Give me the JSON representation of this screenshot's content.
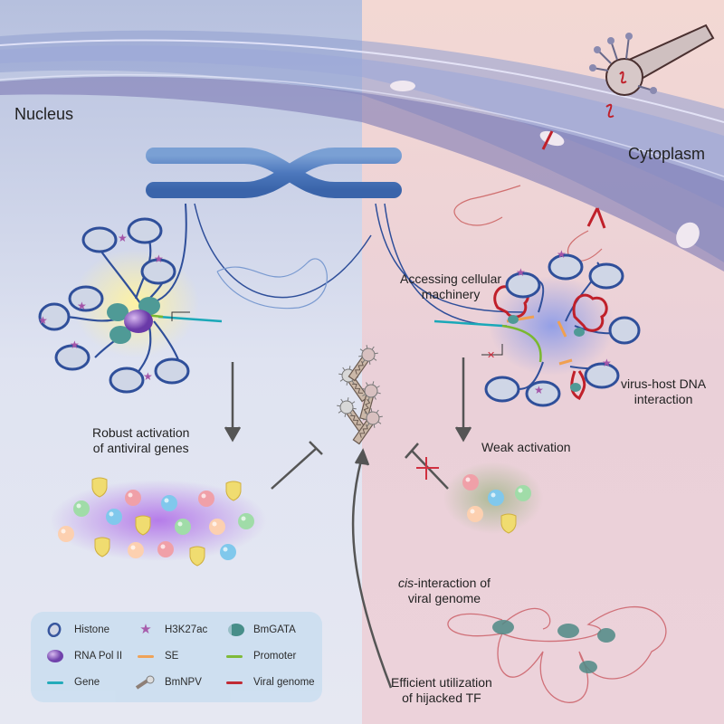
{
  "labels": {
    "nucleus": "Nucleus",
    "cytoplasm": "Cytoplasm",
    "accessing": [
      "Accessing cellular",
      "machinery"
    ],
    "virus_host": [
      "virus-host DNA",
      "interaction"
    ],
    "robust": [
      "Robust activation",
      "of antiviral genes"
    ],
    "weak": "Weak activation",
    "cis_italic": "cis",
    "cis_rest": "-interaction of",
    "cis_line2": "viral genome",
    "efficient": [
      "Efficient utilization",
      "of hijacked TF"
    ]
  },
  "legend": {
    "items": [
      {
        "label": "Histone",
        "icon": "histone-icon"
      },
      {
        "label": "H3K27ac",
        "icon": "star-icon",
        "color": "#a455a8"
      },
      {
        "label": "BmGATA",
        "icon": "bmgata-icon",
        "color": "#3f8a84"
      },
      {
        "label": "RNA Pol II",
        "icon": "rna-pol-icon",
        "color": "#8a5cc4"
      },
      {
        "label": "SE",
        "icon": "line-icon",
        "color": "#f0a050"
      },
      {
        "label": "Promoter",
        "icon": "line-icon",
        "color": "#7ab830"
      },
      {
        "label": "Gene",
        "icon": "line-icon",
        "color": "#1aa8b8"
      },
      {
        "label": "BmNPV",
        "icon": "virus-icon"
      },
      {
        "label": "Viral genome",
        "icon": "line-icon",
        "color": "#c0202a"
      }
    ]
  },
  "colors": {
    "nucleus_bg": "#dfe3f1",
    "cytoplasm_bg": "#f1d3d8",
    "membrane": "#8f8fc0",
    "chromatin": "#2f4f9a",
    "viral": "#c0202a"
  }
}
